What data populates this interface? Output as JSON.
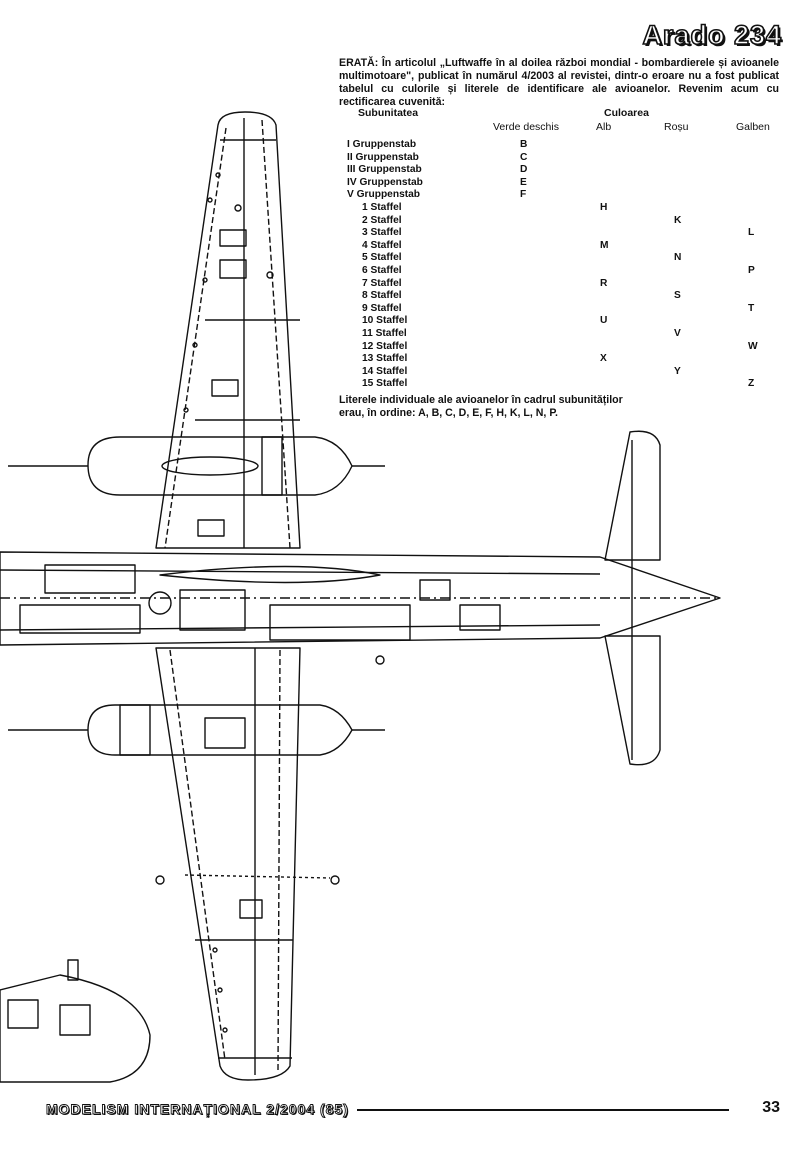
{
  "page": {
    "title": "Arado 234",
    "footer_magazine": "MODELISM INTERNAȚIONAL 2/2004 (85)",
    "page_number": "33"
  },
  "erata": {
    "label": "ERATĂ:",
    "text": " În articolul „Luftwaffe în al doilea război mondial - bombardierele și avioanele multimotoare\", publicat în numărul 4/2003 al revistei, dintr-o eroare nu a fost publicat tabelul cu culorile și literele de identificare ale avioanelor. Revenim acum cu rectificarea cuvenită:"
  },
  "table": {
    "unit_header": "Subunitatea",
    "color_header": "Culoarea",
    "columns": [
      "Verde deschis",
      "Alb",
      "Roșu",
      "Galben"
    ],
    "rows": [
      {
        "unit": "I Gruppenstab",
        "col": 0,
        "letter": "B"
      },
      {
        "unit": "II Gruppenstab",
        "col": 0,
        "letter": "C"
      },
      {
        "unit": "III Gruppenstab",
        "col": 0,
        "letter": "D"
      },
      {
        "unit": "IV Gruppenstab",
        "col": 0,
        "letter": "E"
      },
      {
        "unit": "V Gruppenstab",
        "col": 0,
        "letter": "F"
      },
      {
        "unit": "1 Staffel",
        "col": 1,
        "letter": "H"
      },
      {
        "unit": "2 Staffel",
        "col": 2,
        "letter": "K"
      },
      {
        "unit": "3 Staffel",
        "col": 3,
        "letter": "L"
      },
      {
        "unit": "4 Staffel",
        "col": 1,
        "letter": "M"
      },
      {
        "unit": "5 Staffel",
        "col": 2,
        "letter": "N"
      },
      {
        "unit": "6 Staffel",
        "col": 3,
        "letter": "P"
      },
      {
        "unit": "7 Staffel",
        "col": 1,
        "letter": "R"
      },
      {
        "unit": "8 Staffel",
        "col": 2,
        "letter": "S"
      },
      {
        "unit": "9 Staffel",
        "col": 3,
        "letter": "T"
      },
      {
        "unit": "10 Staffel",
        "col": 1,
        "letter": "U"
      },
      {
        "unit": "11 Staffel",
        "col": 2,
        "letter": "V"
      },
      {
        "unit": "12 Staffel",
        "col": 3,
        "letter": "W"
      },
      {
        "unit": "13 Staffel",
        "col": 1,
        "letter": "X"
      },
      {
        "unit": "14 Staffel",
        "col": 2,
        "letter": "Y"
      },
      {
        "unit": "15 Staffel",
        "col": 3,
        "letter": "Z"
      }
    ],
    "footnote": "Literele individuale ale avioanelor în cadrul subunităților erau, în ordine: A, B, C, D, E, F, H, K, L, N, P."
  }
}
